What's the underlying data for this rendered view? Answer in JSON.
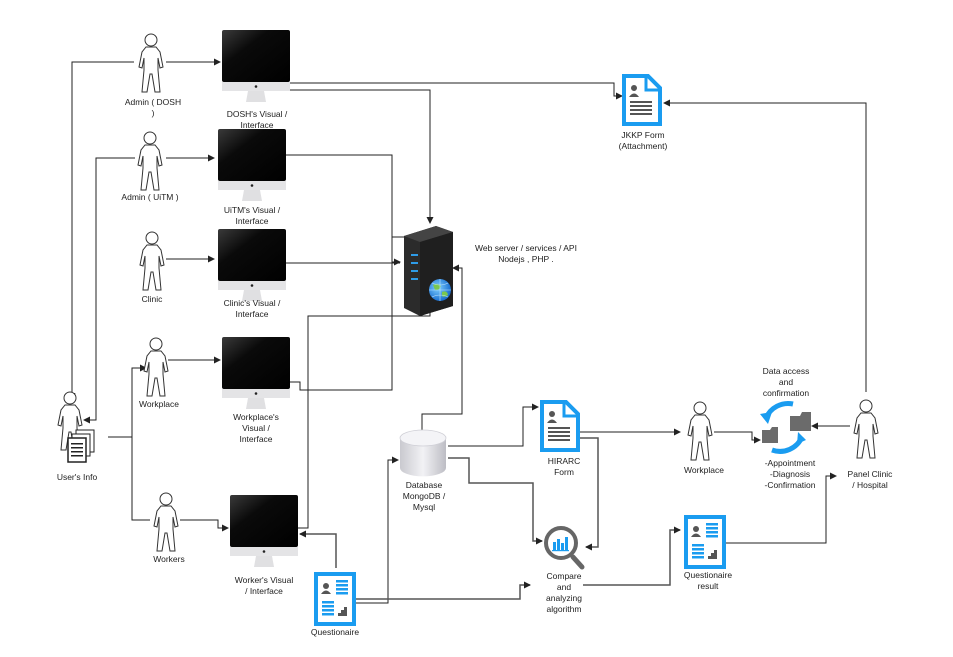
{
  "diagram": {
    "actors": {
      "admin_dosh": "Admin ( DOSH\n)",
      "admin_uitm": "Admin ( UiTM )",
      "clinic": "Clinic",
      "workplace_left": "Workplace",
      "workers": "Workers",
      "users_info": "User's Info",
      "workplace_right": "Workplace",
      "panel_clinic": "Panel Clinic\n/ Hospital"
    },
    "interfaces": {
      "dosh": "DOSH's Visual /\nInterface",
      "uitm": "UiTM's Visual /\nInterface",
      "clinic": "Clinic's Visual /\nInterface",
      "workplace": "Workplace's\nVisual /\nInterface",
      "worker": "Worker's Visual\n/ Interface"
    },
    "server": "Web server / services / API\nNodejs , PHP .",
    "database": "Database\nMongoDB /\nMysql",
    "documents": {
      "jkkp": "JKKP Form\n(Attachment)",
      "hirarc": "HIRARC\nForm",
      "questionaire": "Questionaire",
      "questionaire_result": "Questionaire\nresult"
    },
    "analysis": "Compare\nand\nanalyzing\nalgorithm",
    "data_access": {
      "title": "Data access\nand\nconfirmation",
      "items": "-Appointment\n-Diagnosis\n-Confirmation"
    },
    "colors": {
      "accent_blue": "#1a9cf0",
      "line": "#222222",
      "monitor_screen": "#0a0a0a",
      "server_body": "#2b2b2b",
      "folder_gray": "#6b6b6b"
    }
  }
}
